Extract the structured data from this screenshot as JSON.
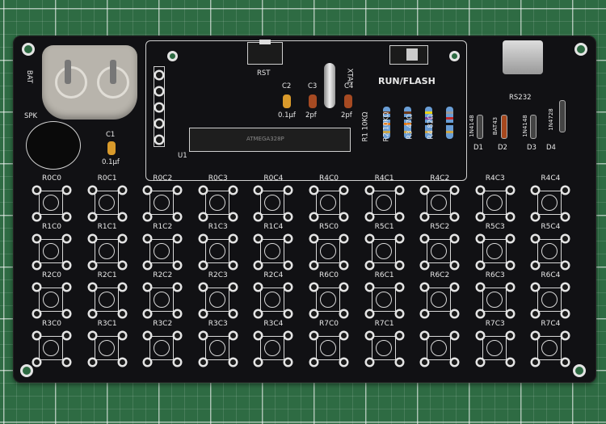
{
  "board": {
    "labels": {
      "bat": "BAT",
      "spk": "SPK",
      "c1": "C1",
      "c1_val": "0.1µf",
      "rst": "RST",
      "xtal": "XTAL",
      "c2": "C2",
      "c2_val": "0.1µf",
      "c3": "C3",
      "c3_val": "2pf",
      "c4": "C4",
      "c4_val": "2pf",
      "run_flash": "RUN/FLASH",
      "rs232": "RS232",
      "u1": "U1",
      "chip_text": "ATMEGA328P",
      "r1": "R1 10KΩ",
      "r2": "R2 10KΩ",
      "r3": "R3 47Ω",
      "r4": "R4 82Ω",
      "d1": "D1",
      "d1_val": "1N4148",
      "d2": "D2",
      "d2_val": "BAT43",
      "d3": "D3",
      "d3_val": "1N4148",
      "d4": "D4",
      "d4_val": "1N4728"
    },
    "buttons": [
      [
        "R0C0",
        "R0C1",
        "R0C2",
        "R0C3",
        "R0C4",
        "R4C0",
        "R4C1",
        "R4C2",
        "R4C3",
        "R4C4"
      ],
      [
        "R1C0",
        "R1C1",
        "R1C2",
        "R1C3",
        "R1C4",
        "R5C0",
        "R5C1",
        "R5C2",
        "R5C3",
        "R5C4"
      ],
      [
        "R2C0",
        "R2C1",
        "R2C2",
        "R2C3",
        "R2C4",
        "R6C0",
        "R6C1",
        "R6C2",
        "R6C3",
        "R6C4"
      ],
      [
        "R3C0",
        "R3C1",
        "R3C2",
        "R3C3",
        "R3C4",
        "R7C0",
        "R7C1",
        "",
        "R7C3",
        "R7C4"
      ]
    ],
    "colors": {
      "pcb": "#111114",
      "cutting_mat": "#2e6b43",
      "silkscreen": "#e8e8e8"
    }
  }
}
